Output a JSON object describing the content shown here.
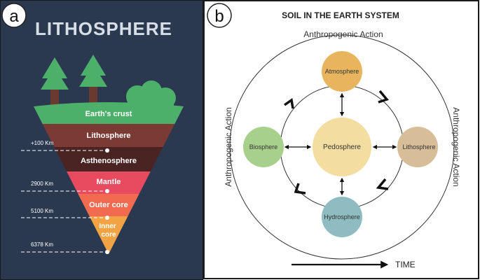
{
  "panel_a": {
    "badge": "a",
    "title": "LITHOSPHERE",
    "layers": [
      {
        "name": "Earth's crust",
        "color": "#4caf6a"
      },
      {
        "name": "Lithosphere",
        "color": "#7b3a33"
      },
      {
        "name": "Asthenosphere",
        "color": "#4a2323"
      },
      {
        "name": "Mantle",
        "color": "#e84a5f"
      },
      {
        "name": "Outer core",
        "color": "#f26a4f"
      },
      {
        "name": "Inner core",
        "color": "#f2a444"
      }
    ],
    "depths": [
      "+100 Km",
      "2900 Km",
      "5100 Km",
      "6378 Km"
    ],
    "colors": {
      "background": "#2b3950",
      "tree": "#4caf6a",
      "trunk": "#6b3a2e",
      "bush": "#4caf6a"
    }
  },
  "panel_b": {
    "badge": "b",
    "title": "SOIL IN THE EARTH SYSTEM",
    "outer_label_top": "Anthropogenic Action",
    "outer_label_left": "Anthropogenic Action",
    "outer_label_right": "Anthropogenic Action",
    "spheres": {
      "center": {
        "label": "Pedosphere",
        "color": "#f3dda0"
      },
      "top": {
        "label": "Atmosphere",
        "color": "#e8b55e"
      },
      "left": {
        "label": "Biosphere",
        "color": "#a8d08d"
      },
      "right": {
        "label": "Lithosphere",
        "color": "#d7bd98"
      },
      "bottom": {
        "label": "Hydrosphere",
        "color": "#8fbcc0"
      }
    },
    "time_label": "TIME"
  }
}
